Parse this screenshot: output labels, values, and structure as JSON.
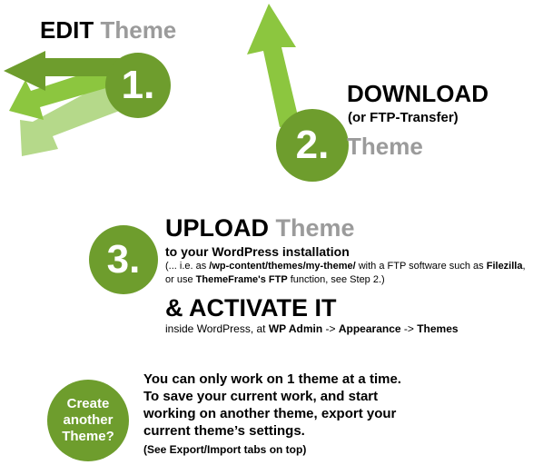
{
  "colors": {
    "accent": "#6e9d2d",
    "accent_light": "#8cc63f",
    "accent_pale": "#b5d98a",
    "muted": "#9b9b9b"
  },
  "step1": {
    "number": "1.",
    "action": "EDIT",
    "object": "Theme"
  },
  "step2": {
    "number": "2.",
    "action": "DOWNLOAD",
    "note": "(or FTP-Transfer)",
    "object": "Theme"
  },
  "step3": {
    "number": "3.",
    "action": "UPLOAD",
    "object": "Theme",
    "subtitle": "to your WordPress installation",
    "detail": {
      "p1": "(... i.e. as ",
      "path": "/wp-content/themes/my-theme/",
      "p2": " with a FTP software such as ",
      "filezilla": "Filezilla",
      "p3": ", or use ",
      "tf": "ThemeFrame's FTP",
      "p4": " function, see Step 2.)"
    },
    "activate_title": "& ACTIVATE IT",
    "activate": {
      "p1": "inside WordPress, at ",
      "admin": "WP Admin",
      "arrow1": " -> ",
      "appearance": "Appearance",
      "arrow2": " -> ",
      "themes": "Themes"
    }
  },
  "another": {
    "badge": {
      "line1": "Create",
      "line2": "another",
      "line3": "Theme?"
    },
    "lines": [
      "You can only work on 1 theme at a time.",
      "To save your current work, and start",
      "working on another theme, export your",
      "current theme’s settings."
    ],
    "note": "(See Export/Import tabs on top)"
  }
}
